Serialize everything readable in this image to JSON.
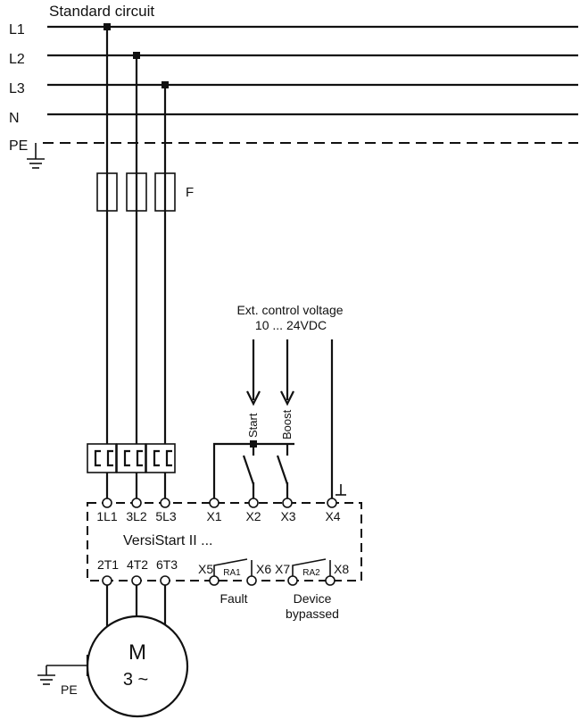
{
  "title": "Standard circuit",
  "lines": {
    "l1": "L1",
    "l2": "L2",
    "l3": "L3",
    "n": "N",
    "pe": "PE"
  },
  "fuse_label": "F",
  "control_voltage": {
    "line1": "Ext. control voltage",
    "line2": "10 ... 24VDC"
  },
  "switches": {
    "start": "Start",
    "boost": "Boost"
  },
  "terminals_top": [
    "1L1",
    "3L2",
    "5L3",
    "X1",
    "X2",
    "X3",
    "X4"
  ],
  "device_name": "VersiStart II ...",
  "terminals_bottom": [
    "2T1",
    "4T2",
    "6T3",
    "X5",
    "X6",
    "X7",
    "X8"
  ],
  "relays": {
    "ra1": "RA1",
    "ra2": "RA2",
    "fault": "Fault",
    "bypassed_line1": "Device",
    "bypassed_line2": "bypassed"
  },
  "motor": {
    "letter": "M",
    "phase": "3 ~",
    "pe": "PE"
  }
}
